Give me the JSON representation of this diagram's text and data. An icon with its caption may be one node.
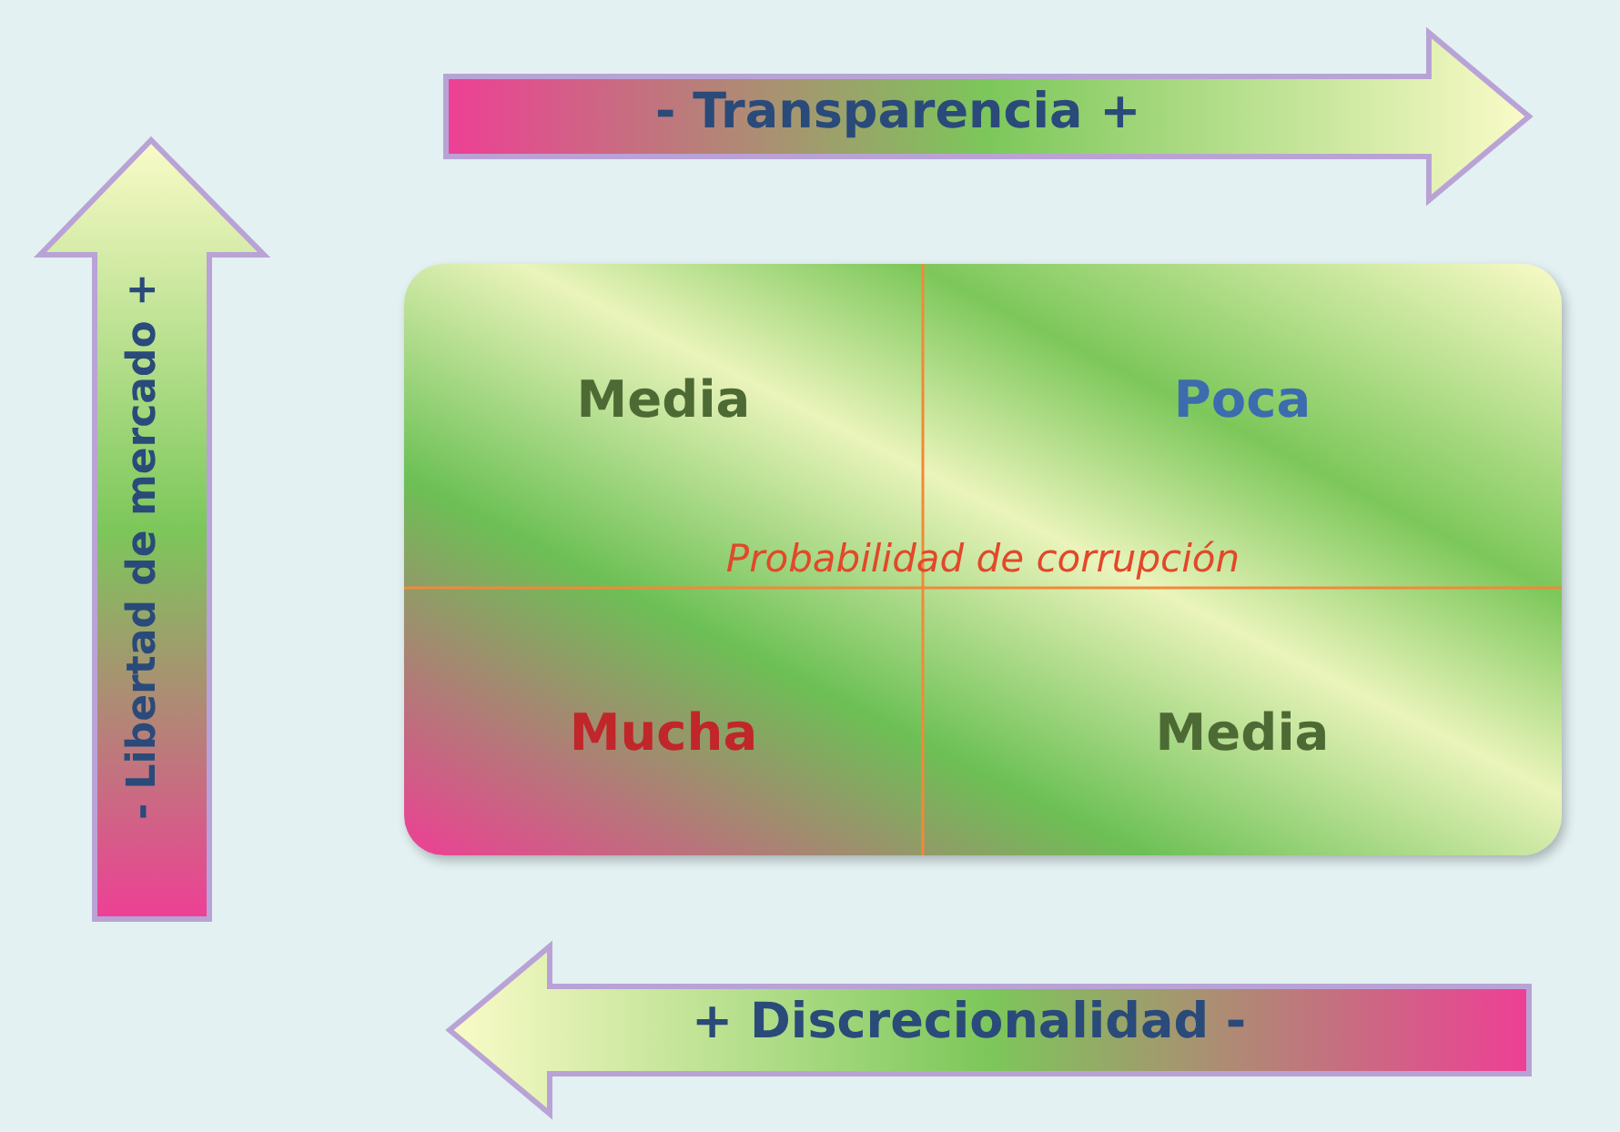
{
  "diagram": {
    "nodes": [
      {
        "text": [
          "Probabilidad de corrupción"
        ]
      },
      {
        "text": [
          "Media"
        ],
        "in": 0
      },
      {
        "text": [
          "Poca"
        ],
        "in": 0
      },
      {
        "text": [
          "Mucha"
        ],
        "in": 0
      },
      {
        "text": [
          "Media"
        ],
        "in": 0
      }
    ],
    "labels": [
      "- Transparencia +",
      "- Libertad de mercado +",
      "+ Discrecionalidad -"
    ]
  }
}
